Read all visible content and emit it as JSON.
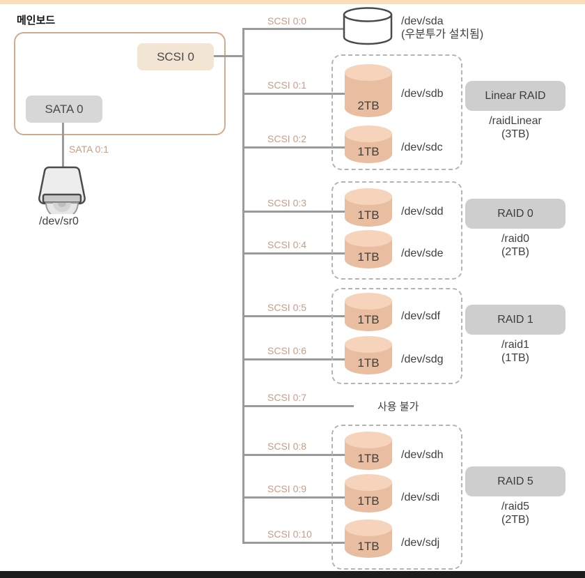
{
  "diagram": {
    "motherboard": {
      "title": "메인보드",
      "scsi_controller": "SCSI 0",
      "sata_controller": "SATA 0"
    },
    "sata": {
      "port_label": "SATA 0:1",
      "device": "/dev/sr0"
    },
    "scsi": {
      "ports": [
        {
          "label": "SCSI 0:0",
          "device": "/dev/sda",
          "note": "(우분투가 설치됨)"
        },
        {
          "label": "SCSI 0:1",
          "size": "2TB",
          "device": "/dev/sdb"
        },
        {
          "label": "SCSI 0:2",
          "size": "1TB",
          "device": "/dev/sdc"
        },
        {
          "label": "SCSI 0:3",
          "size": "1TB",
          "device": "/dev/sdd"
        },
        {
          "label": "SCSI 0:4",
          "size": "1TB",
          "device": "/dev/sde"
        },
        {
          "label": "SCSI 0:5",
          "size": "1TB",
          "device": "/dev/sdf"
        },
        {
          "label": "SCSI 0:6",
          "size": "1TB",
          "device": "/dev/sdg"
        },
        {
          "label": "SCSI 0:7",
          "note": "사용 불가"
        },
        {
          "label": "SCSI 0:8",
          "size": "1TB",
          "device": "/dev/sdh"
        },
        {
          "label": "SCSI 0:9",
          "size": "1TB",
          "device": "/dev/sdi"
        },
        {
          "label": "SCSI 0:10",
          "size": "1TB",
          "device": "/dev/sdj"
        }
      ]
    },
    "raid": {
      "groups": [
        {
          "name": "Linear RAID",
          "mount": "/raidLinear",
          "capacity": "(3TB)"
        },
        {
          "name": "RAID 0",
          "mount": "/raid0",
          "capacity": "(2TB)"
        },
        {
          "name": "RAID 1",
          "mount": "/raid1",
          "capacity": "(1TB)"
        },
        {
          "name": "RAID 5",
          "mount": "/raid5",
          "capacity": "(2TB)"
        }
      ]
    },
    "colors": {
      "accent_tan": "#d1ab8e",
      "port_label_salmon": "#c99c87",
      "disk_body": "#e9bd9f",
      "disk_top": "#f5d4bb",
      "connector_gray": "#9a9a9a",
      "raid_chip_gray": "#cecece",
      "top_bar": "#f9dcba",
      "bottom_bar": "#1c1c1c"
    }
  }
}
